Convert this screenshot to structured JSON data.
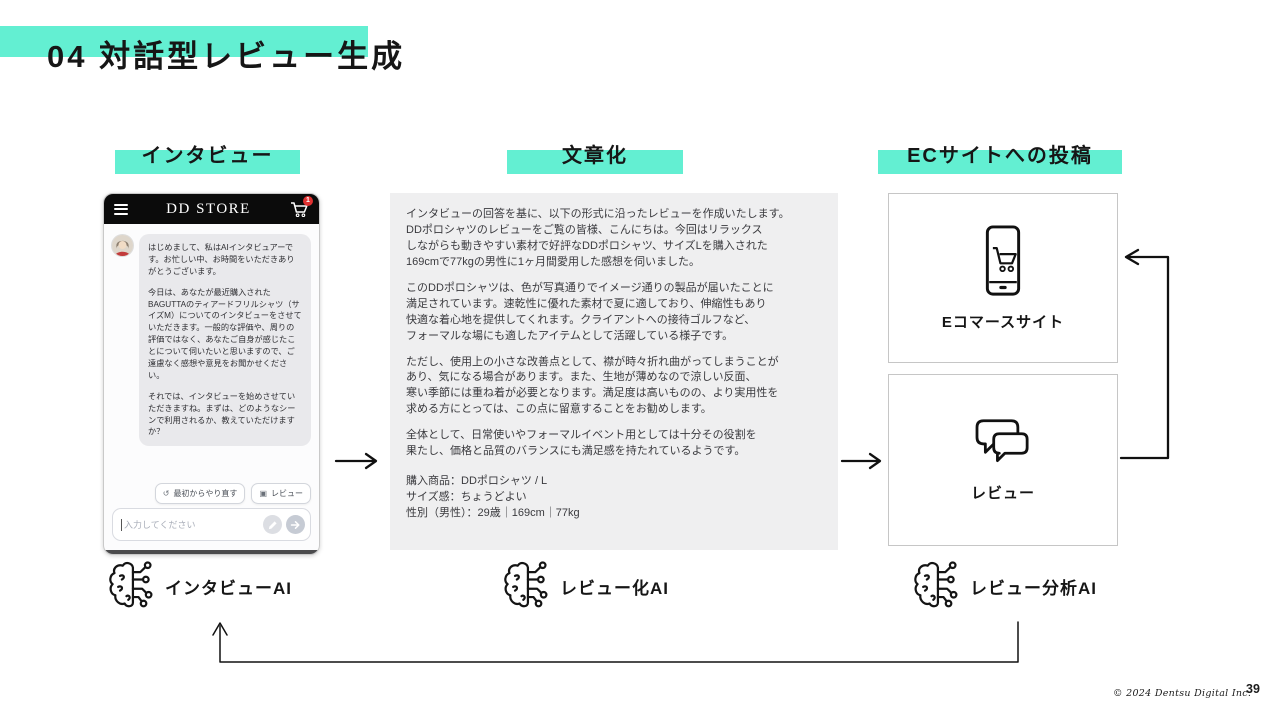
{
  "page": {
    "title": "04 対話型レビュー生成",
    "accent_color": "#63EFD2",
    "footer": {
      "copyright": "© 2024 Dentsu Digital Inc.",
      "page_number": "39"
    }
  },
  "columns": [
    {
      "header": "インタビュー"
    },
    {
      "header": "文章化"
    },
    {
      "header": "ECサイトへの投稿"
    }
  ],
  "phone": {
    "store_name": "DD STORE",
    "cart_badge": "1",
    "chat_paragraphs": [
      "はじめまして、私はAIインタビュアーです。お忙しい中、お時間をいただきありがとうございます。",
      "今日は、あなたが最近購入されたBAGUTTAのティアードフリルシャツ（サイズM）についてのインタビューをさせていただきます。一般的な評価や、周りの評価ではなく、あなたご自身が感じたことについて伺いたいと思いますので、ご遠慮なく感想や意見をお聞かせください。",
      "それでは、インタビューを始めさせていただきますね。まずは、どのようなシーンで利用されるか、教えていただけますか？"
    ],
    "restart_icon": "↺",
    "restart_button": "最初からやり直す",
    "review_icon": "▣",
    "review_button": "レビュー",
    "input_placeholder": "入力してください"
  },
  "review_doc": {
    "paragraphs": [
      "インタビューの回答を基に、以下の形式に沿ったレビューを作成いたします。\nDDポロシャツのレビューをご覧の皆様、こんにちは。今回はリラックス\nしながらも動きやすい素材で好評なDDポロシャツ、サイズLを購入された\n169cmで77kgの男性に1ヶ月間愛用した感想を伺いました。",
      "このDDポロシャツは、色が写真通りでイメージ通りの製品が届いたことに\n満足されています。速乾性に優れた素材で夏に適しており、伸縮性もあり\n快適な着心地を提供してくれます。クライアントへの接待ゴルフなど、\nフォーマルな場にも適したアイテムとして活躍している様子です。",
      "ただし、使用上の小さな改善点として、襟が時々折れ曲がってしまうことが\nあり、気になる場合があります。また、生地が薄めなので涼しい反面、\n寒い季節には重ね着が必要となります。満足度は高いものの、より実用性を\n求める方にとっては、この点に留意することをお勧めします。",
      "全体として、日常使いやフォーマルイベント用としては十分その役割を\n果たし、価格と品質のバランスにも満足感を持たれているようです。",
      "購入商品：DDポロシャツ / L\nサイズ感：ちょうどよい\n性別（男性）：29歳｜169cm｜77kg"
    ]
  },
  "ec_panels": {
    "ecommerce_label": "Eコマースサイト",
    "review_label": "レビュー"
  },
  "ai_labels": {
    "interview": "インタビューAI",
    "textize": "レビュー化AI",
    "analysis": "レビュー分析AI"
  },
  "icons": {
    "hamburger-icon": "three-bars",
    "cart-icon": "shopping-cart",
    "refresh-icon": "↺",
    "review-grid-icon": "▣",
    "pencil-icon": "pencil",
    "send-icon": "arrow-right",
    "smartphone-cart-icon": "phone-with-cart",
    "chat-bubbles-icon": "two-speech-bubbles",
    "brain-circuit-icon": "brain-with-circuit-nodes"
  }
}
